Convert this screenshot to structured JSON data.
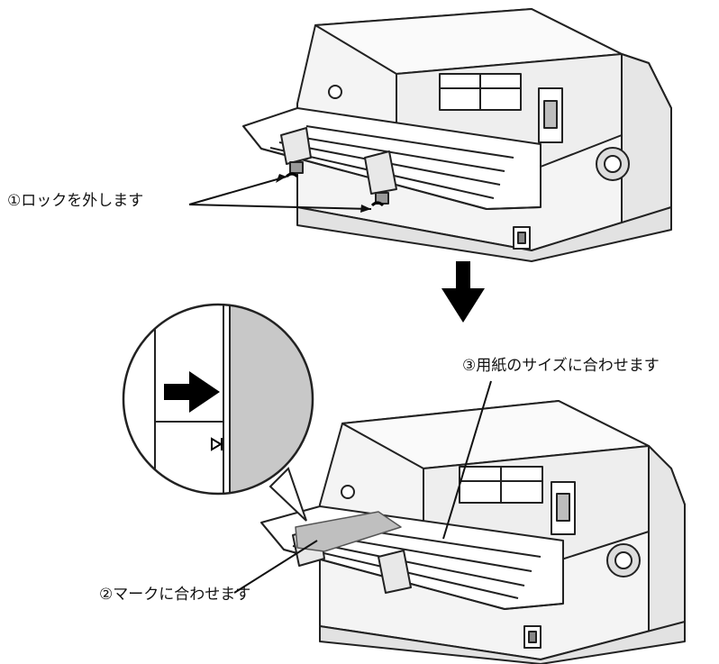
{
  "callouts": {
    "unlock": "①ロックを外します",
    "paper_size": "③用紙のサイズに合わせます",
    "align_mark": "②マークに合わせます"
  },
  "icons": [
    "down-arrow-icon",
    "right-arrow-icon",
    "triangle-mark-icon",
    "unlock-arrow-icon"
  ],
  "colors": {
    "line": "#222222",
    "shade": "#c8c8c8",
    "printer_shade": "#e6e6e6"
  }
}
